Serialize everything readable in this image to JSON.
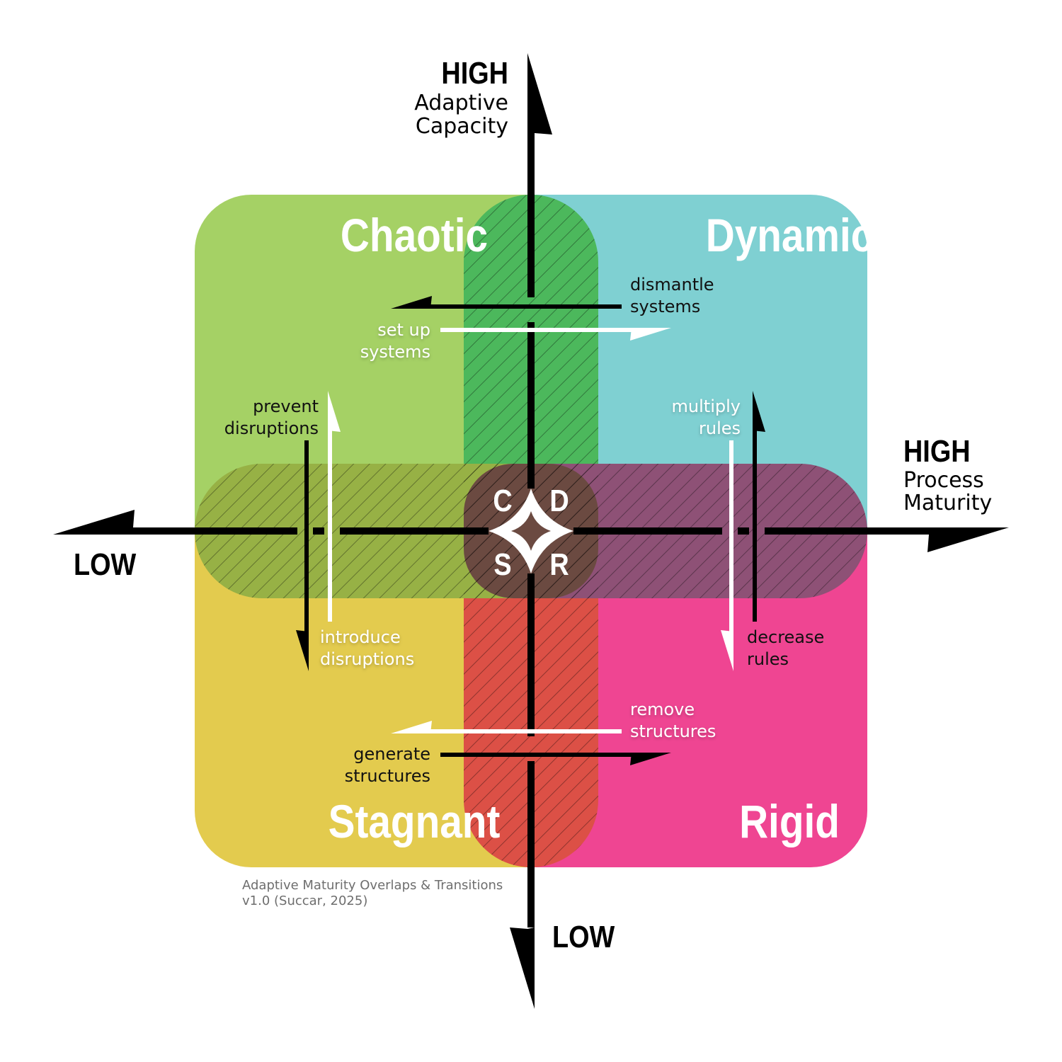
{
  "colors": {
    "chaotic": "#a5d165",
    "dynamic": "#7fd0d2",
    "stagnant": "#e3cb4e",
    "rigid": "#ef4592",
    "band_top": "#4cb85c",
    "band_bottom": "#dc5046",
    "band_left": "#97b145",
    "band_right": "#8e5176",
    "core": "#6b4a41",
    "axis": "#000000",
    "white": "#ffffff"
  },
  "quadrants": {
    "chaotic": "Chaotic",
    "dynamic": "Dynamic",
    "stagnant": "Stagnant",
    "rigid": "Rigid"
  },
  "axes": {
    "vertical": {
      "high": "HIGH",
      "name_line1": "Adaptive",
      "name_line2": "Capacity",
      "low": "LOW"
    },
    "horizontal": {
      "high": "HIGH",
      "name_line1": "Process",
      "name_line2": "Maturity",
      "low": "LOW"
    }
  },
  "transitions": {
    "dismantle": [
      "dismantle",
      "systems"
    ],
    "setup": [
      "set up",
      "systems"
    ],
    "prevent": [
      "prevent",
      "disruptions"
    ],
    "introduce": [
      "introduce",
      "disruptions"
    ],
    "multiply": [
      "multiply",
      "rules"
    ],
    "decrease": [
      "decrease",
      "rules"
    ],
    "remove": [
      "remove",
      "structures"
    ],
    "generate": [
      "generate",
      "structures"
    ]
  },
  "core_letters": {
    "tl": "C",
    "tr": "D",
    "bl": "S",
    "br": "R"
  },
  "caption": {
    "line1": "Adaptive Maturity Overlaps & Transitions",
    "line2": "v1.0 (Succar, 2025)"
  }
}
